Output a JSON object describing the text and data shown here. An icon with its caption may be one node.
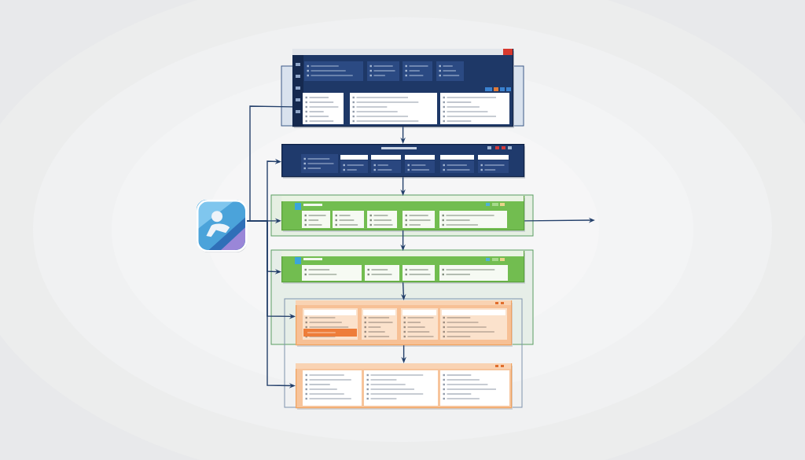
{
  "diagram": {
    "nodes": [
      {
        "text": [],
        "shape": "picture"
      },
      {
        "text": [],
        "shape": "box"
      },
      {
        "text": [],
        "shape": "box"
      },
      {
        "text": [],
        "shape": "box"
      },
      {
        "text": [],
        "shape": "box"
      },
      {
        "text": [],
        "shape": "box"
      },
      {
        "text": [],
        "shape": "box"
      }
    ],
    "edges": [
      {
        "from": 0,
        "to": 1,
        "arrow": "none"
      },
      {
        "from": 0,
        "to": 2,
        "arrow": "to"
      },
      {
        "from": 0,
        "to": 3,
        "arrow": "to"
      },
      {
        "from": 0,
        "to": 4,
        "arrow": "to"
      },
      {
        "from": 0,
        "to": 5,
        "arrow": "to"
      },
      {
        "from": 0,
        "to": 6,
        "arrow": "to"
      },
      {
        "from": 1,
        "to": 2,
        "arrow": "to"
      },
      {
        "from": 2,
        "to": 3,
        "arrow": "to"
      },
      {
        "from": 3,
        "to": 4,
        "arrow": "to"
      },
      {
        "from": 4,
        "to": 5,
        "arrow": "to"
      },
      {
        "from": 5,
        "to": 6,
        "arrow": "to"
      },
      {
        "from": 3,
        "to": null,
        "arrow": "to"
      }
    ]
  }
}
